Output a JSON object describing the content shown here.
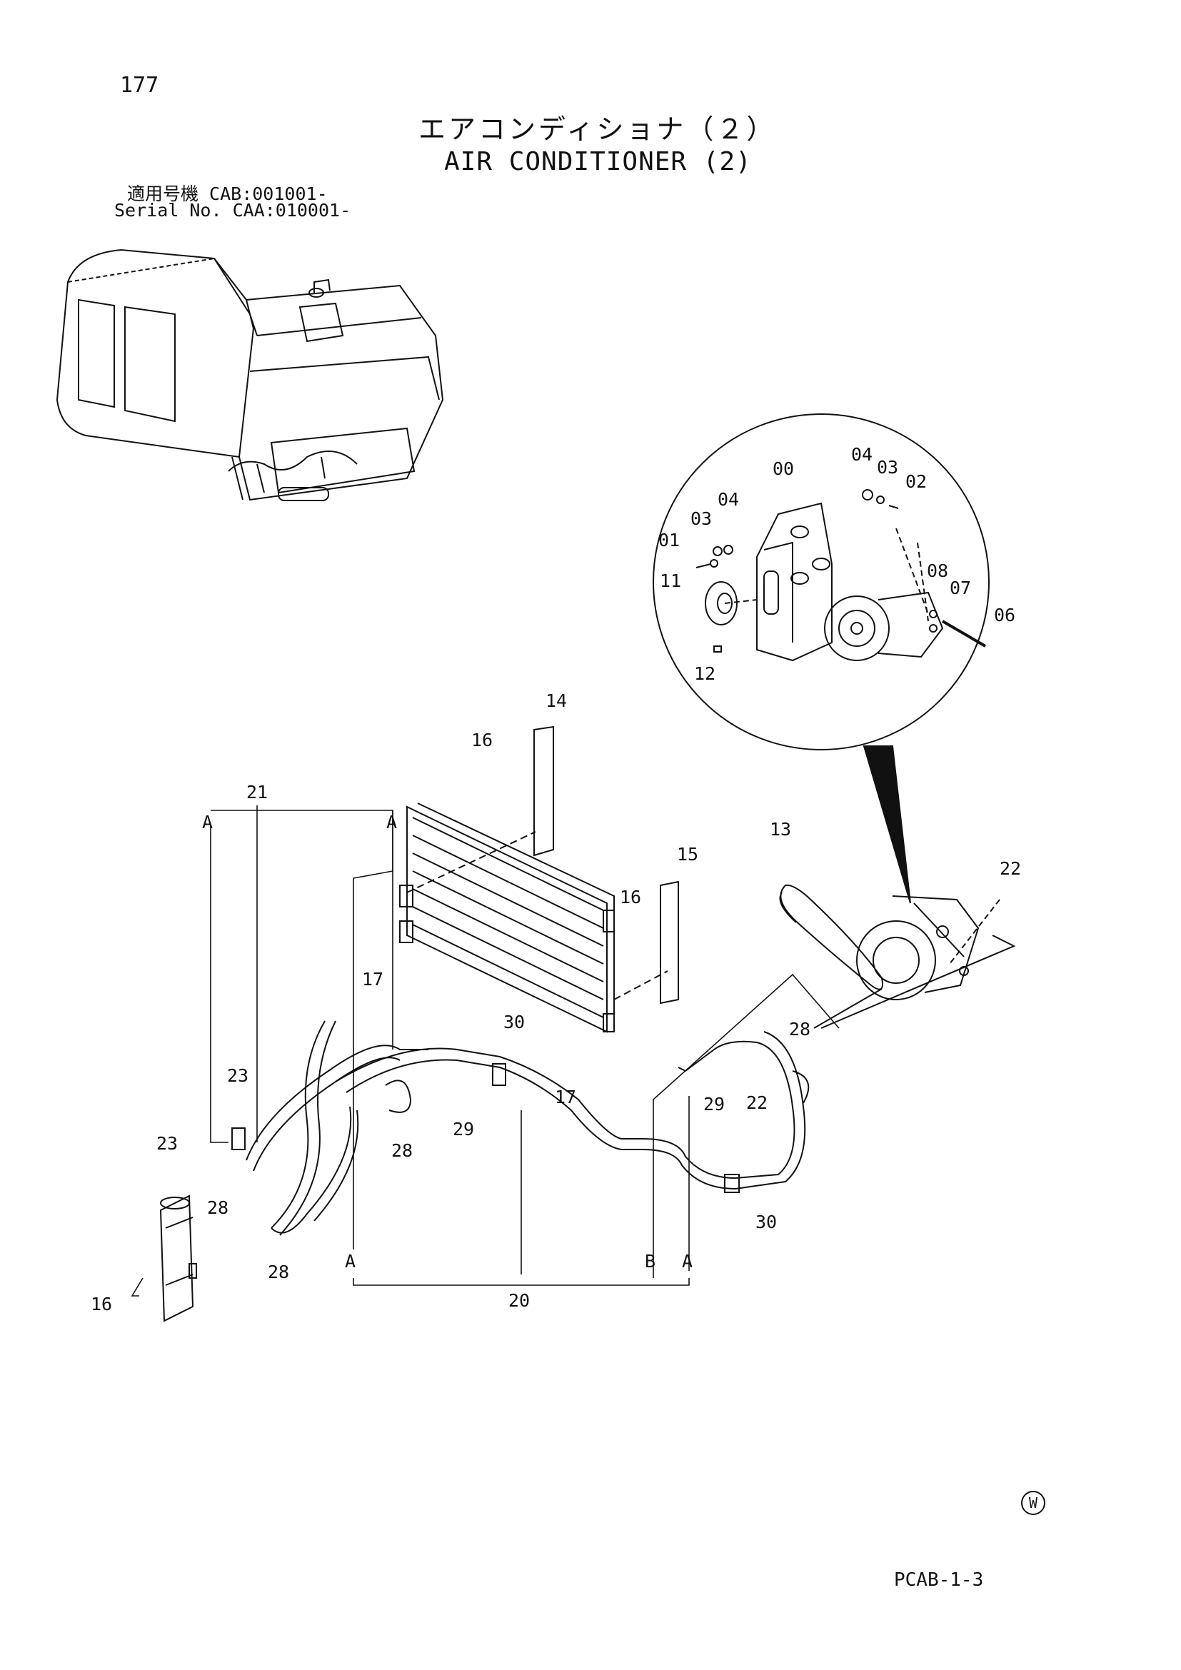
{
  "page_number": "177",
  "title_jp": "エアコンディショナ（２）",
  "title_en": "AIR CONDITIONER (2)",
  "serial": {
    "line1": "適用号機  CAB:001001-",
    "line2": "Serial No. CAA:010001-"
  },
  "watermark": "W",
  "footer_code": "PCAB-1-3",
  "detail_callouts": [
    "00",
    "04",
    "03",
    "02",
    "04",
    "03",
    "01",
    "11",
    "08",
    "07",
    "06",
    "12"
  ],
  "main_callouts": [
    "14",
    "16",
    "21",
    "A",
    "A",
    "13",
    "15",
    "16",
    "22",
    "17",
    "30",
    "28",
    "23",
    "17",
    "29",
    "22",
    "28",
    "29",
    "23",
    "28",
    "30",
    "28",
    "16",
    "A",
    "B",
    "A",
    "20"
  ]
}
